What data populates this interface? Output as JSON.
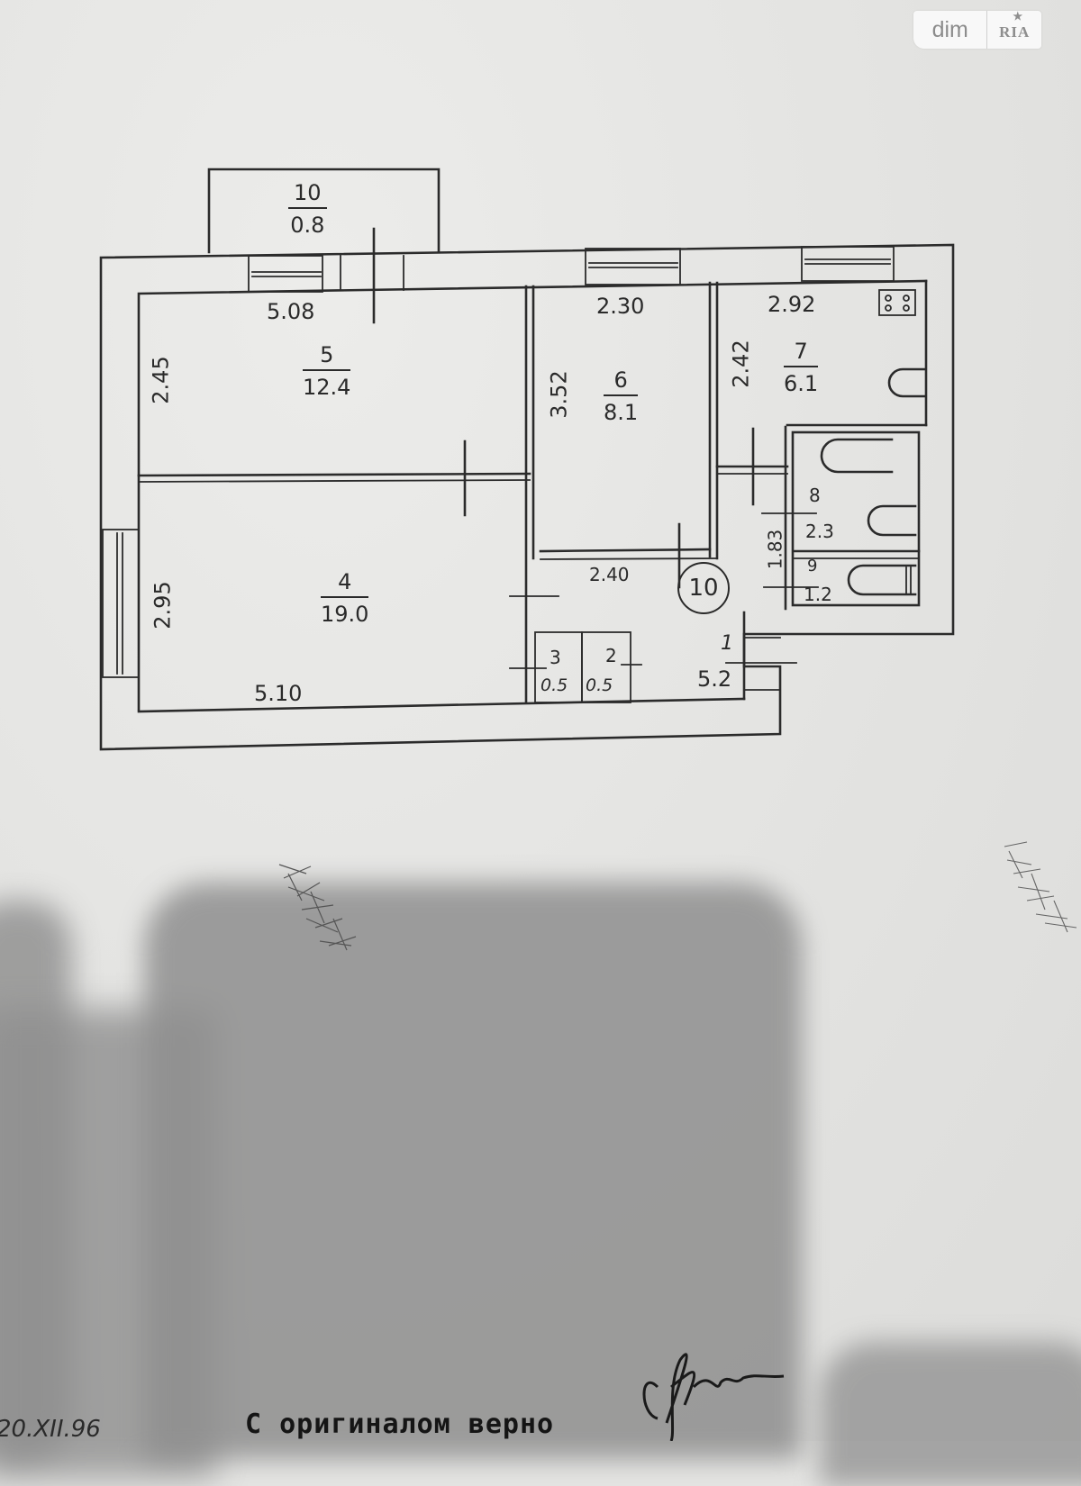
{
  "watermark": {
    "brand_left": "dim",
    "brand_right": "RIA"
  },
  "floor_plan": {
    "rooms": [
      {
        "number": "10",
        "area": "0.8",
        "type": "balcony"
      },
      {
        "number": "5",
        "area": "12.4",
        "width": "5.08",
        "depth": "2.45"
      },
      {
        "number": "6",
        "area": "8.1",
        "width": "2.30",
        "depth": "3.52"
      },
      {
        "number": "7",
        "area": "6.1",
        "width": "2.92",
        "depth": "2.42"
      },
      {
        "number": "4",
        "area": "19.0",
        "width": "5.10",
        "depth": "2.95"
      },
      {
        "number": "8",
        "area": "2.3"
      },
      {
        "number": "9",
        "area": "1.2"
      },
      {
        "number": "3",
        "area": "0.5"
      },
      {
        "number": "2",
        "area": "0.5"
      },
      {
        "number": "1",
        "area": "5.2"
      }
    ],
    "dimensions": {
      "corridor_width": "2.40",
      "bath_depth": "1.83"
    },
    "circled_marker": "10"
  },
  "footer": {
    "date": "20.XII.96",
    "certification": "С оригиналом верно"
  }
}
